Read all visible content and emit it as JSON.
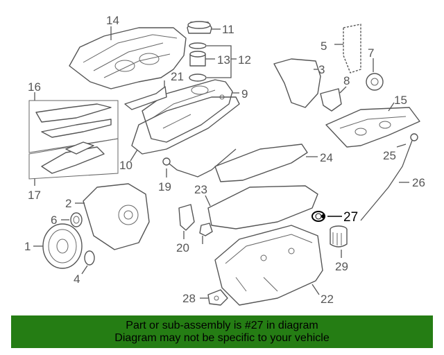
{
  "callouts": {
    "c1": "1",
    "c2": "2",
    "c3": "3",
    "c4": "4",
    "c5": "5",
    "c6": "6",
    "c7": "7",
    "c8": "8",
    "c9": "9",
    "c10": "10",
    "c11": "11",
    "c12": "12",
    "c13": "13",
    "c14": "14",
    "c15": "15",
    "c16": "16",
    "c17": "17",
    "c19": "19",
    "c20": "20",
    "c21": "21",
    "c22": "22",
    "c23": "23",
    "c24": "24",
    "c25": "25",
    "c26": "26",
    "c27": "27",
    "c28": "28",
    "c29": "29"
  },
  "highlight_part": "27",
  "colors": {
    "banner_bg": "#257d14",
    "line": "#555555"
  },
  "banner": {
    "line1": "Part or sub-assembly is #27 in diagram",
    "line2": "Diagram may not be specific to your vehicle"
  }
}
